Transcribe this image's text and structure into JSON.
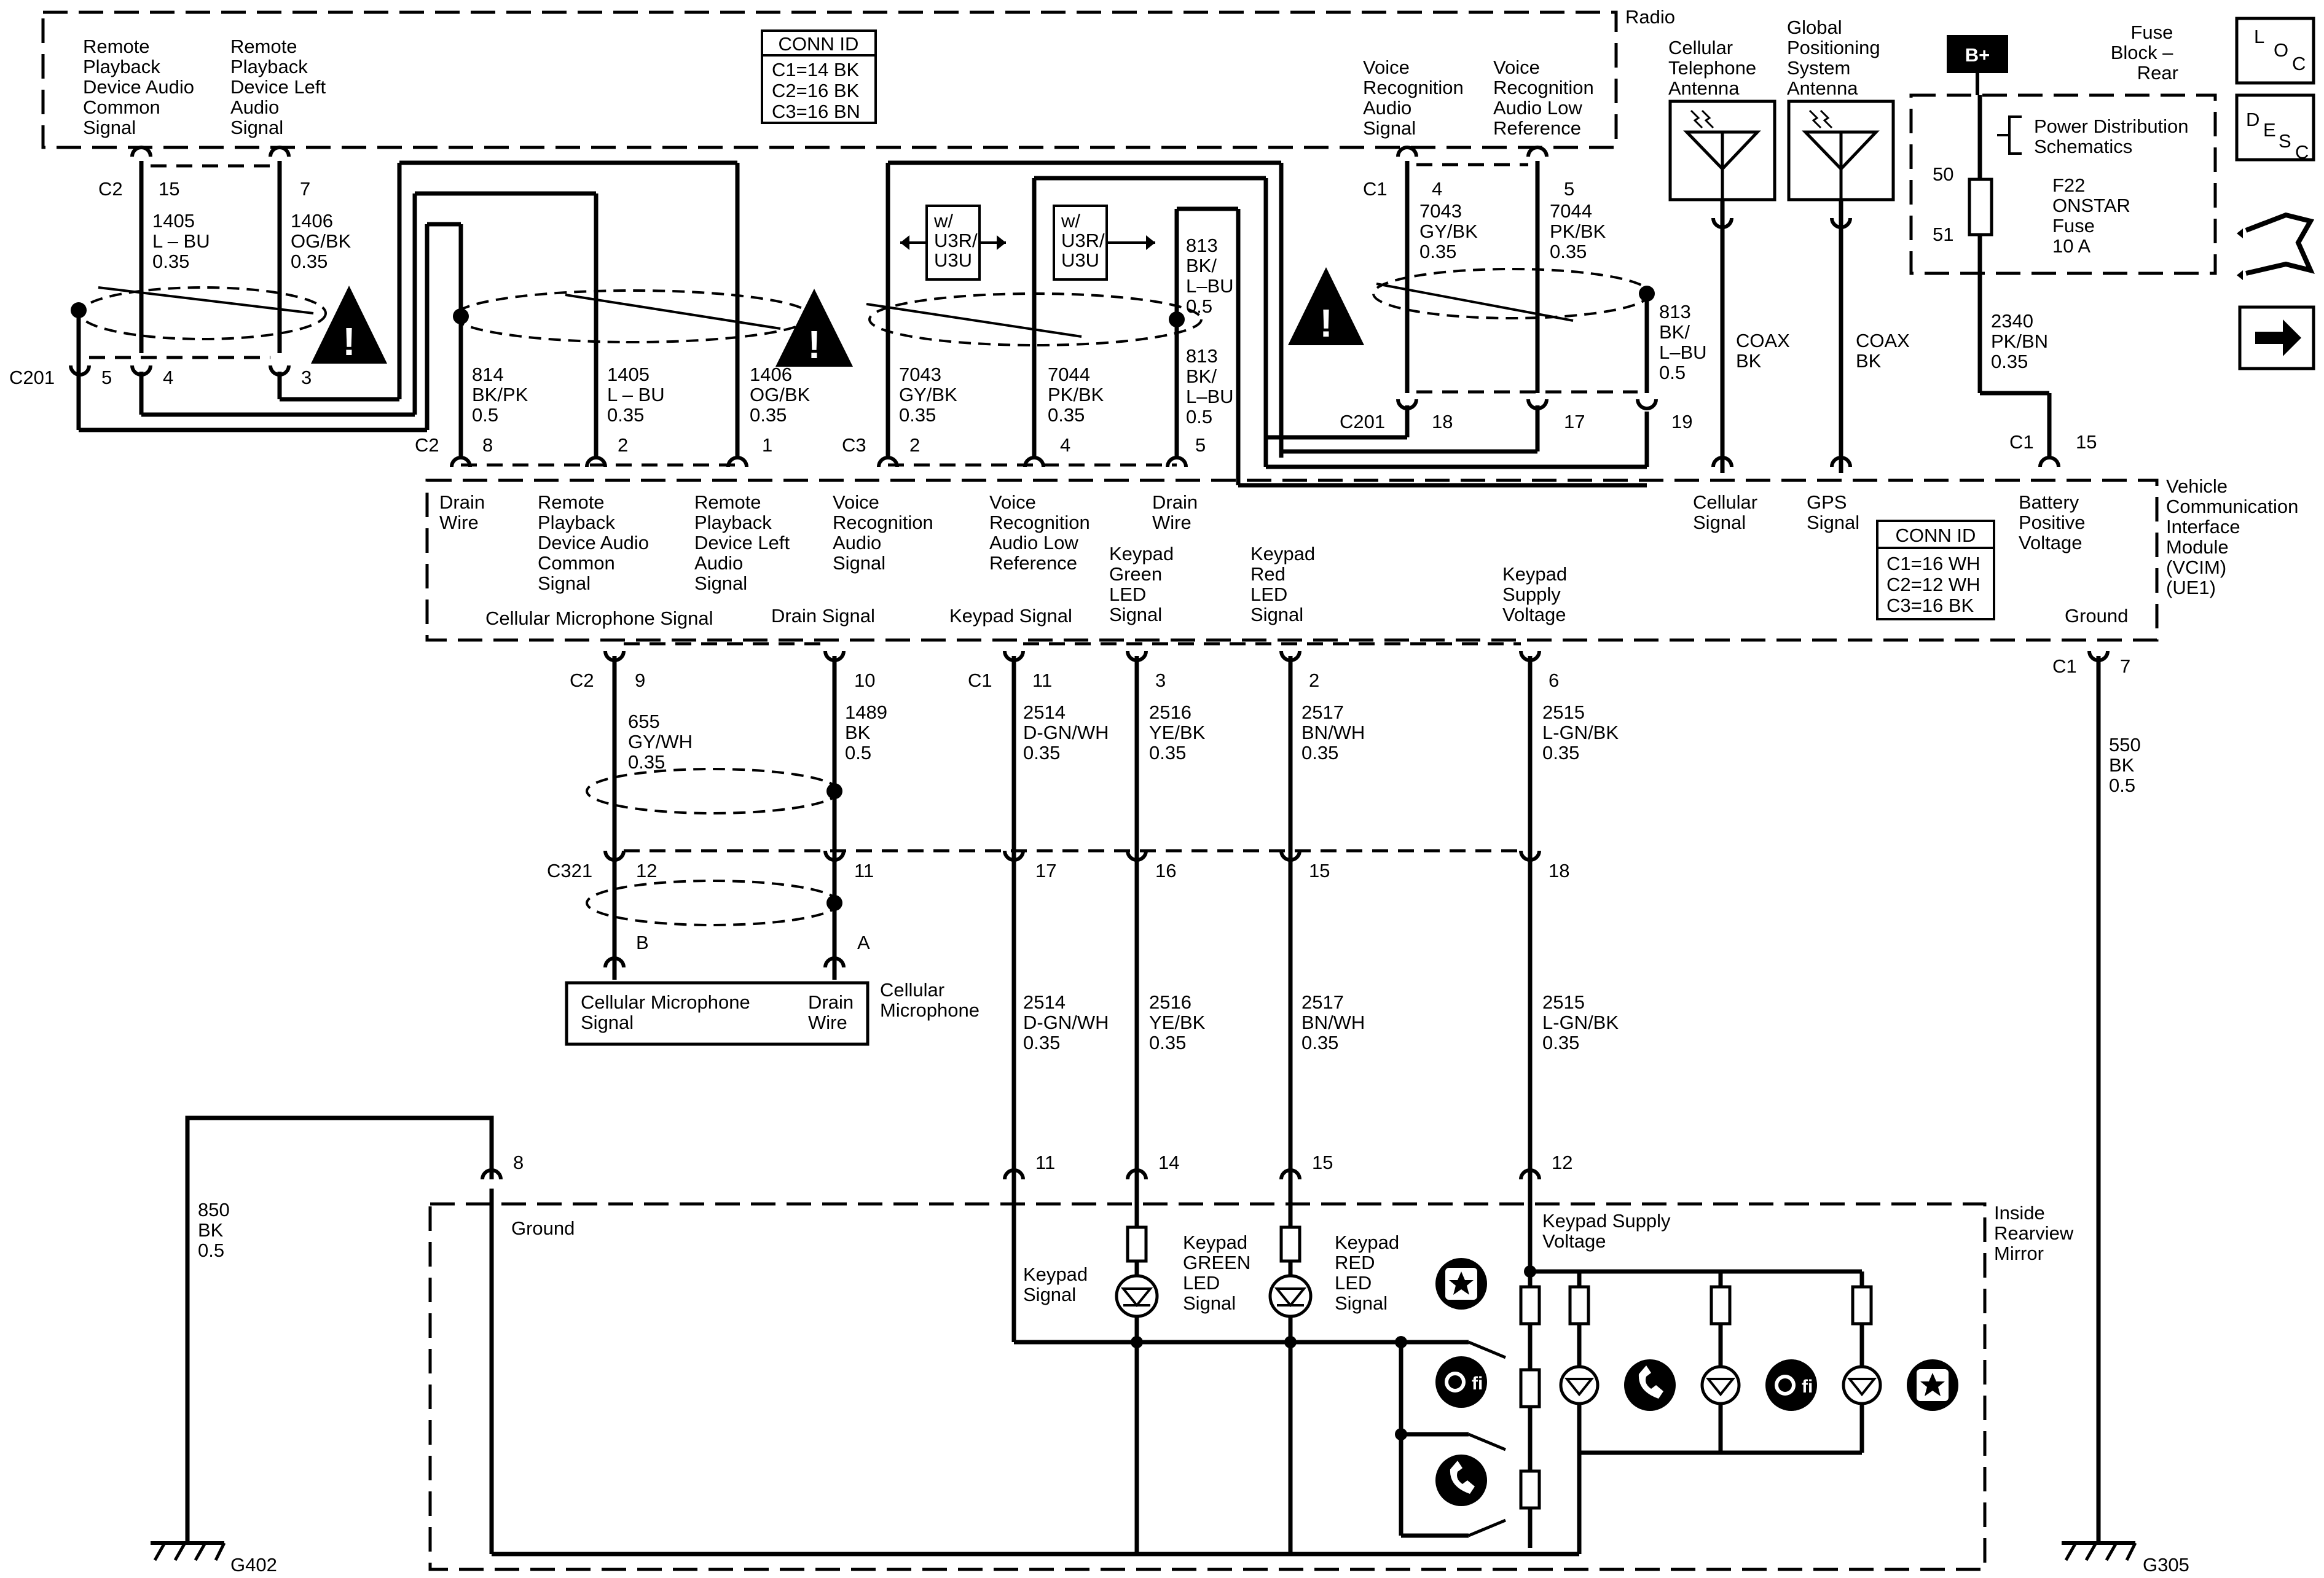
{
  "radio": {
    "label": "Radio",
    "pin_labels": [
      [
        "Remote",
        "Playback",
        "Device Audio",
        "Common",
        "Signal"
      ],
      [
        "Remote",
        "Playback",
        "Device Left",
        "Audio",
        "Signal"
      ],
      [
        "Voice",
        "Recognition",
        "Audio",
        "Signal"
      ],
      [
        "Voice",
        "Recognition",
        "Audio Low",
        "Reference"
      ]
    ],
    "conn_id": {
      "title": "CONN ID",
      "rows": [
        "C1=14 BK",
        "C2=16 BK",
        "C3=16 BN"
      ]
    }
  },
  "antennas": [
    {
      "label": [
        "Cellular",
        "Telephone",
        "Antenna"
      ],
      "cable": [
        "COAX",
        "BK"
      ]
    },
    {
      "label": [
        "Global",
        "Positioning",
        "System",
        "Antenna"
      ],
      "cable": [
        "COAX",
        "BK"
      ]
    }
  ],
  "fuse_block": {
    "label": [
      "Fuse",
      "Block –",
      "Rear"
    ],
    "b_plus": "B+",
    "pds": [
      "Power Distribution",
      "Schematics"
    ],
    "pins": [
      "50",
      "51"
    ],
    "fuse": [
      "F22",
      "ONSTAR",
      "Fuse",
      "10 A"
    ],
    "wire": [
      "2340",
      "PK/BN",
      "0.35"
    ]
  },
  "nav_icons": {
    "loc": [
      "L",
      "O",
      "C"
    ],
    "desc": [
      "D",
      "E",
      "S",
      "C"
    ]
  },
  "upper": {
    "connectors": {
      "c2": "C2",
      "c201": "C201",
      "c3": "C3",
      "c1": "C1",
      "pins": [
        "15",
        "7",
        "5",
        "4",
        "3",
        "8",
        "2",
        "1",
        "2",
        "4",
        "5",
        "4",
        "5",
        "18",
        "17",
        "19",
        "15"
      ]
    },
    "wires": [
      [
        "1405",
        "L – BU",
        "0.35"
      ],
      [
        "1406",
        "OG/BK",
        "0.35"
      ],
      [
        "814",
        "BK/PK",
        "0.5"
      ],
      [
        "1405",
        "L – BU",
        "0.35"
      ],
      [
        "1406",
        "OG/BK",
        "0.35"
      ],
      [
        "7043",
        "GY/BK",
        "0.35"
      ],
      [
        "7044",
        "PK/BK",
        "0.35"
      ],
      [
        "813",
        "BK/",
        "L–BU",
        "0.5"
      ],
      [
        "813",
        "BK/",
        "L–BU",
        "0.5"
      ],
      [
        "7043",
        "GY/BK",
        "0.35"
      ],
      [
        "7044",
        "PK/BK",
        "0.35"
      ],
      [
        "813",
        "BK/",
        "L–BU",
        "0.5"
      ]
    ],
    "options": [
      [
        "w/",
        "U3R/",
        "U3U"
      ],
      [
        "w/",
        "U3R/",
        "U3U"
      ]
    ]
  },
  "vcim": {
    "label": [
      "Vehicle",
      "Communication",
      "Interface",
      "Module",
      "(VCIM)",
      "(UE1)"
    ],
    "pin_labels": [
      [
        "Drain",
        "Wire"
      ],
      [
        "Remote",
        "Playback",
        "Device Audio",
        "Common",
        "Signal"
      ],
      [
        "Remote",
        "Playback",
        "Device Left",
        "Audio",
        "Signal"
      ],
      [
        "Voice",
        "Recognition",
        "Audio",
        "Signal"
      ],
      [
        "Voice",
        "Recognition",
        "Audio Low",
        "Reference"
      ],
      [
        "Drain",
        "Wire"
      ],
      [
        "Cellular",
        "Signal"
      ],
      [
        "GPS",
        "Signal"
      ],
      [
        "Battery",
        "Positive",
        "Voltage"
      ]
    ],
    "lower_labels": [
      [
        "Cellular Microphone Signal"
      ],
      [
        "Drain Signal"
      ],
      [
        "Keypad Signal"
      ],
      [
        "Keypad",
        "Green",
        "LED",
        "Signal"
      ],
      [
        "Keypad",
        "Red",
        "LED",
        "Signal"
      ],
      [
        "Keypad",
        "Supply",
        "Voltage"
      ],
      [
        "Ground"
      ]
    ],
    "conn_id": {
      "title": "CONN ID",
      "rows": [
        "C1=16 WH",
        "C2=12 WH",
        "C3=16 BK"
      ]
    }
  },
  "lower": {
    "connectors": {
      "c2": "C2",
      "c1": "C1",
      "c321": "C321",
      "c1_ground": "C1",
      "pins": [
        "9",
        "10",
        "11",
        "3",
        "2",
        "6",
        "7",
        "12",
        "11",
        "17",
        "16",
        "15",
        "18",
        "B",
        "A",
        "8",
        "11",
        "14",
        "15",
        "12"
      ]
    },
    "wires": [
      [
        "655",
        "GY/WH",
        "0.35"
      ],
      [
        "1489",
        "BK",
        "0.5"
      ],
      [
        "2514",
        "D-GN/WH",
        "0.35"
      ],
      [
        "2516",
        "YE/BK",
        "0.35"
      ],
      [
        "2517",
        "BN/WH",
        "0.35"
      ],
      [
        "2515",
        "L-GN/BK",
        "0.35"
      ],
      [
        "550",
        "BK",
        "0.5"
      ],
      [
        "2514",
        "D-GN/WH",
        "0.35"
      ],
      [
        "2516",
        "YE/BK",
        "0.35"
      ],
      [
        "2517",
        "BN/WH",
        "0.35"
      ],
      [
        "2515",
        "L-GN/BK",
        "0.35"
      ],
      [
        "850",
        "BK",
        "0.5"
      ]
    ],
    "microphone": {
      "left": [
        "Cellular Microphone",
        "Signal"
      ],
      "right": [
        "Drain",
        "Wire"
      ],
      "label": [
        "Cellular",
        "Microphone"
      ]
    },
    "grounds": [
      "G402",
      "G305"
    ]
  },
  "mirror": {
    "label": [
      "Inside",
      "Rearview",
      "Mirror"
    ],
    "ground": "Ground",
    "keypad_signal": [
      "Keypad",
      "Signal"
    ],
    "green_led": [
      "Keypad",
      "GREEN",
      "LED",
      "Signal"
    ],
    "red_led": [
      "Keypad",
      "RED",
      "LED",
      "Signal"
    ],
    "supply": [
      "Keypad Supply",
      "Voltage"
    ]
  }
}
